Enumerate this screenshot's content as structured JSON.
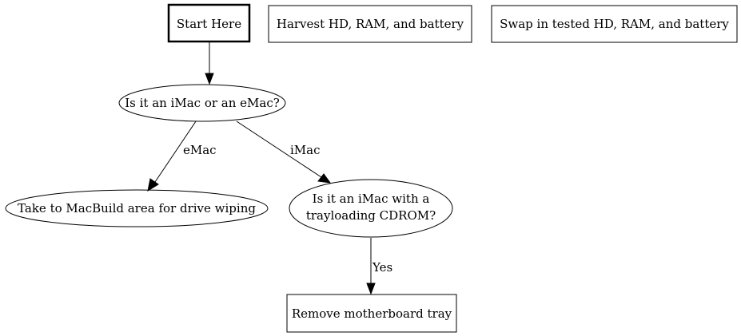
{
  "diagram": {
    "nodes": {
      "start": "Start Here",
      "harvest": "Harvest HD, RAM, and battery",
      "swap": "Swap in tested HD, RAM, and battery",
      "question_type": "Is it an iMac or an eMac?",
      "macbuild": "Take to MacBuild area for drive wiping",
      "question_tray_line1": "Is it an iMac with a",
      "question_tray_line2": "trayloading CDROM?",
      "remove_tray": "Remove motherboard tray"
    },
    "edges": {
      "start_to_question": "",
      "emac": "eMac",
      "imac": "iMac",
      "yes": "Yes"
    }
  }
}
